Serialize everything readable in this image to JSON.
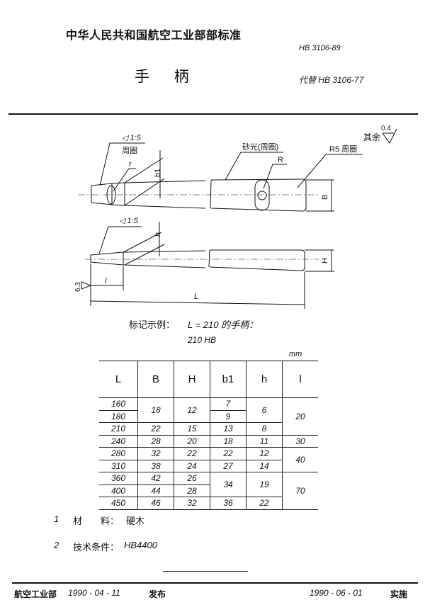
{
  "header": {
    "org_title": "中华人民共和国航空工业部部标准",
    "standard_code": "HB 3106-89",
    "part_name": "手 柄",
    "replaces": "代替 HB 3106-77"
  },
  "drawing": {
    "taper_1": "◁ 1:5",
    "around_1": "周圈",
    "r": "r",
    "b1": "b1",
    "sanded": "砂光(周圈)",
    "R": "R",
    "R5_around": "R5 周圈",
    "rest": "其余",
    "roughness_main": "0.4",
    "taper_2": "◁ 1:5",
    "h": "h",
    "roughness_tip": "6.3",
    "B": "B",
    "H": "H",
    "l": "l",
    "L": "L"
  },
  "marking": {
    "label": "标记示例：",
    "example": "L = 210 的手柄：",
    "designation": "210 HB"
  },
  "table": {
    "unit": "mm",
    "headers": [
      "L",
      "B",
      "H",
      "b1",
      "h",
      "l"
    ],
    "L": [
      "160",
      "180",
      "210",
      "240",
      "280",
      "310",
      "360",
      "400",
      "450"
    ],
    "B": [
      "18",
      "22",
      "28",
      "32",
      "38",
      "42",
      "44",
      "46"
    ],
    "H": [
      "12",
      "15",
      "20",
      "22",
      "24",
      "26",
      "28",
      "32"
    ],
    "b1": [
      "7",
      "9",
      "13",
      "18",
      "22",
      "27",
      "34",
      "36"
    ],
    "h": [
      "6",
      "8",
      "11",
      "12",
      "14",
      "19",
      "22"
    ],
    "l": [
      "20",
      "30",
      "40",
      "70"
    ]
  },
  "notes": [
    {
      "num": "1",
      "label": "材　　料：",
      "value": "硬木"
    },
    {
      "num": "2",
      "label": "技术条件：",
      "value": "HB4400"
    }
  ],
  "footer": {
    "issuer": "航空工业部",
    "issue_date": "1990 - 04 - 11",
    "issued": "发布",
    "effective_date": "1990 - 06 - 01",
    "effective": "实施"
  }
}
